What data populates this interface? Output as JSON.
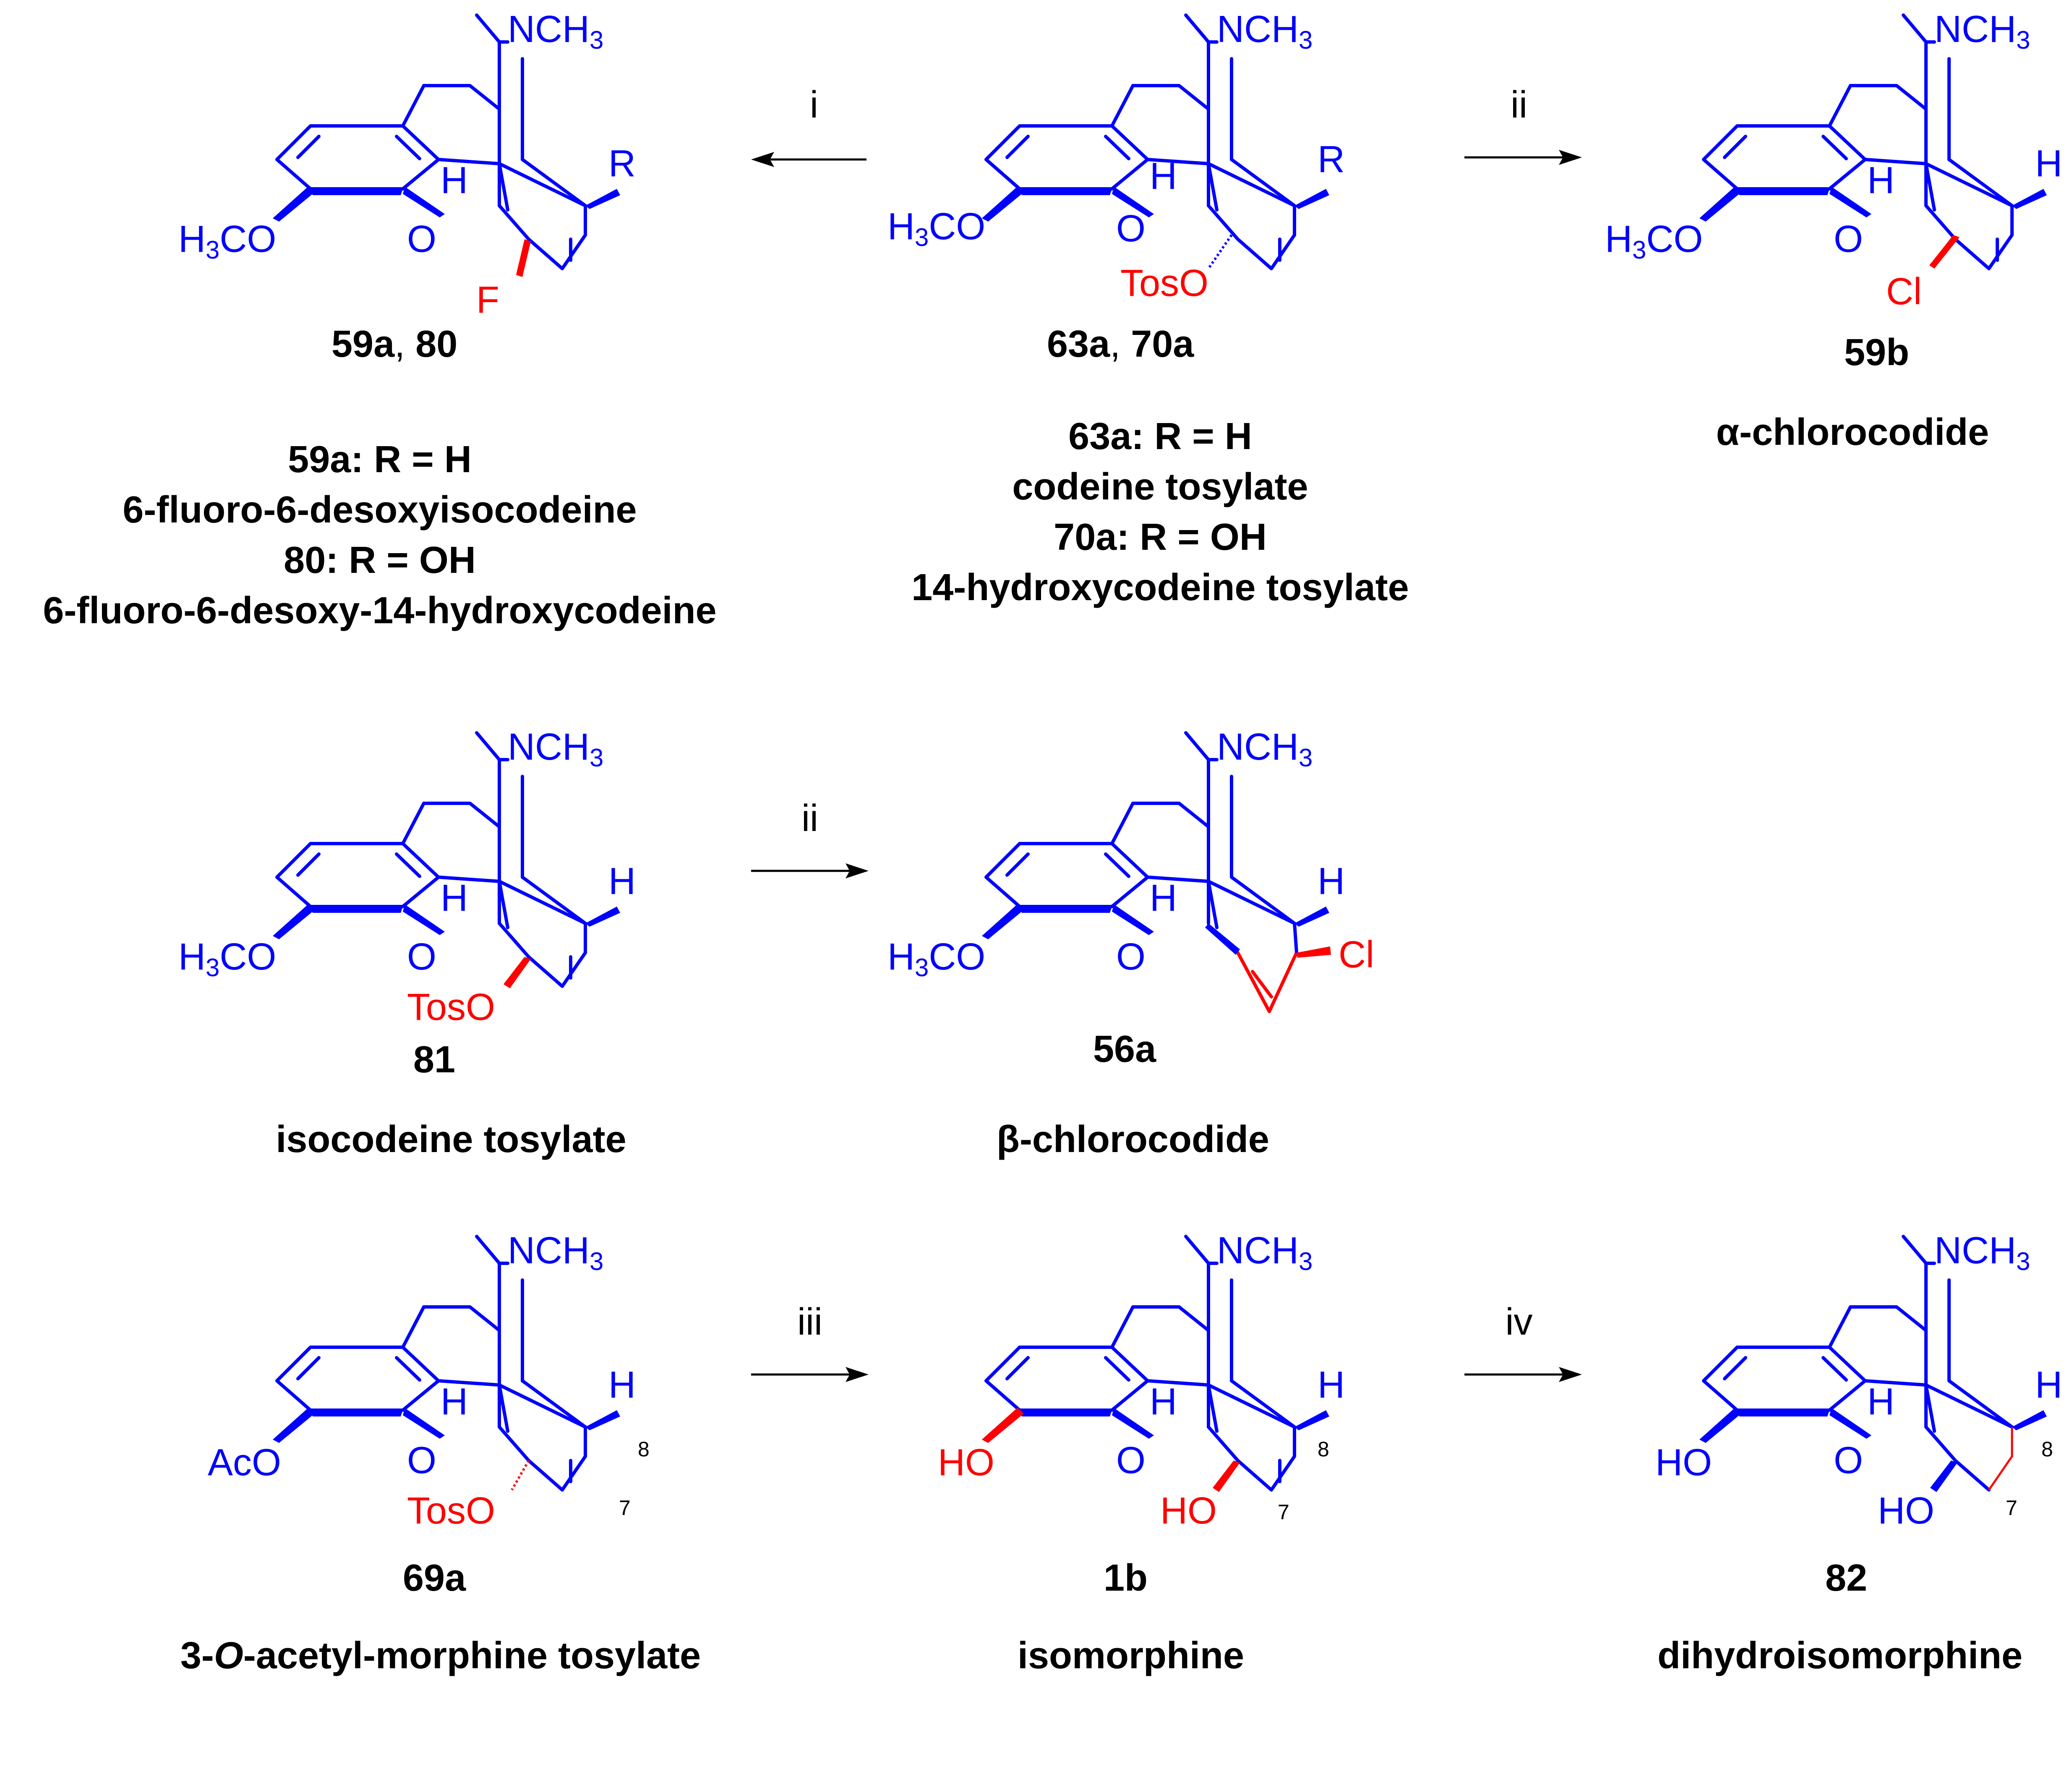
{
  "colors": {
    "skeleton": "#0000ff",
    "highlight": "#ff0000",
    "text": "#000000"
  },
  "atom_labels": {
    "nch3": "NCH",
    "nch3_sub": "3",
    "h3co_h": "H",
    "h3co_sub": "3",
    "h3co_co": "CO",
    "o": "O",
    "h": "H",
    "r": "R",
    "f": "F",
    "cl": "Cl",
    "toso": "TosO",
    "aco": "AcO",
    "ho": "HO",
    "num7": "7",
    "num8": "8"
  },
  "arrows": {
    "r1": "i",
    "r2": "ii",
    "r3": "ii",
    "r4": "iii",
    "r5": "iv"
  },
  "compounds": {
    "c1": {
      "id": "59a",
      "id_sep": ", ",
      "id2": "80",
      "lines": [
        "59a: R = H",
        "6-fluoro-6-desoxyisocodeine",
        "80: R = OH",
        "6-fluoro-6-desoxy-14-hydroxycodeine"
      ]
    },
    "c2": {
      "id": "63a",
      "id_sep": ", ",
      "id2": "70a",
      "lines": [
        "63a: R = H",
        "codeine tosylate",
        "70a: R = OH",
        "14-hydroxycodeine tosylate"
      ]
    },
    "c3": {
      "id": "59b",
      "name": "α-chlorocodide"
    },
    "c4": {
      "id": "81",
      "name": "isocodeine tosylate"
    },
    "c5": {
      "id": "56a",
      "name": "β-chlorocodide"
    },
    "c6": {
      "id": "69a",
      "name_pre": "3-",
      "name_it": "O",
      "name_post": "-acetyl-morphine tosylate"
    },
    "c7": {
      "id": "1b",
      "name": "isomorphine"
    },
    "c8": {
      "id": "82",
      "name": "dihydroisomorphine"
    }
  }
}
